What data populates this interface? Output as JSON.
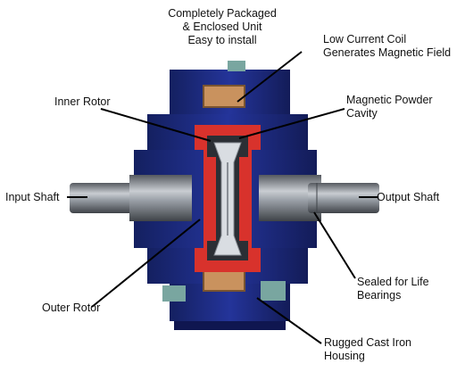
{
  "labels": {
    "top": [
      "Completely Packaged",
      "& Enclosed Unit",
      "Easy to install"
    ],
    "coil": [
      "Low Current Coil",
      "Generates Magnetic Field"
    ],
    "inner_rotor": [
      "Inner Rotor"
    ],
    "powder": [
      "Magnetic Powder",
      "Cavity"
    ],
    "input_shaft": [
      "Input Shaft"
    ],
    "output_shaft": [
      "Output Shaft"
    ],
    "sealed": [
      "Sealed for Life",
      "Bearings"
    ],
    "outer_rotor": [
      "Outer Rotor"
    ],
    "housing": [
      "Rugged Cast Iron",
      "Housing"
    ]
  },
  "colors": {
    "housing_blue": "#1d2a78",
    "housing_dark": "#0f1650",
    "rotor_red": "#d8322c",
    "coil_copper": "#c9925e",
    "shaft_steel": "#8a8f96",
    "seal_teal": "#79a6a0",
    "leader_line": "#000000"
  },
  "icons": [
    "magnetic-brake-cutaway"
  ]
}
